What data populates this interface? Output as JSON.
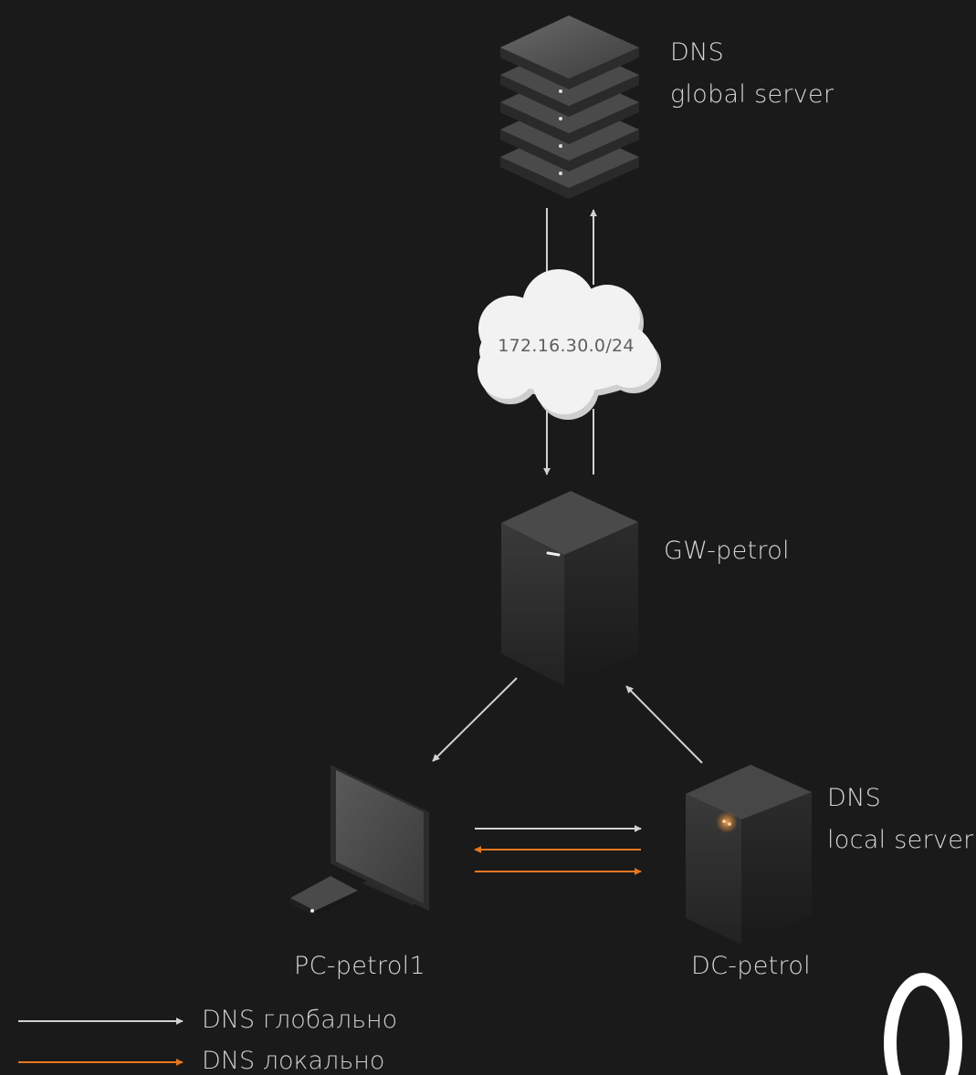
{
  "nodes": {
    "dns_global": {
      "line1": "DNS",
      "line2": "global server"
    },
    "cloud": {
      "label": "172.16.30.0/24"
    },
    "gw": {
      "label": "GW-petrol"
    },
    "pc": {
      "label": "PC-petrol1"
    },
    "dc": {
      "label": "DC-petrol"
    },
    "dns_local": {
      "line1": "DNS",
      "line2": "local server"
    }
  },
  "legend": {
    "global": {
      "label": "DNS глобально",
      "color": "#d2d2d2"
    },
    "local": {
      "label": "DNS локально",
      "color": "#e8771f"
    }
  },
  "colors": {
    "background": "#1a1a1a",
    "arrow_white": "#d2d2d2",
    "arrow_orange": "#e8771f"
  }
}
